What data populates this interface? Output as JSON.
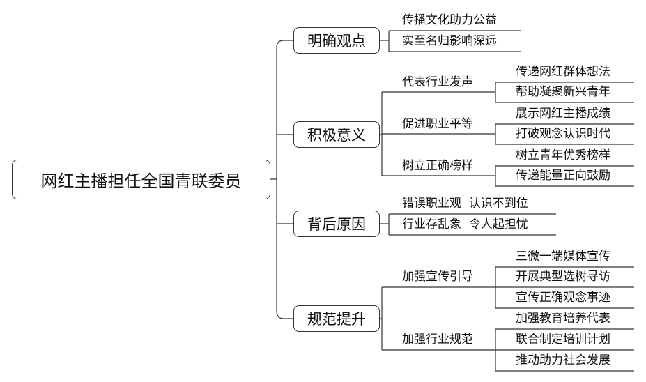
{
  "root": "网红主播担任全国青联委员",
  "branches": [
    {
      "label": "明确观点",
      "points": [
        "传播文化助力公益",
        "实至名归影响深远"
      ]
    },
    {
      "label": "积极意义",
      "groups": [
        {
          "label": "代表行业发声",
          "points": [
            "传递网红群体想法",
            "帮助凝聚新兴青年"
          ]
        },
        {
          "label": "促进职业平等",
          "points": [
            "展示网红主播成绩",
            "打破观念认识时代"
          ]
        },
        {
          "label": "树立正确榜样",
          "points": [
            "树立青年优秀榜样",
            "传递能量正向鼓励"
          ]
        }
      ]
    },
    {
      "label": "背后原因",
      "points": [
        "错误职业观  认识不到位",
        "行业存乱象  令人起担忧"
      ]
    },
    {
      "label": "规范提升",
      "groups": [
        {
          "label": "加强宣传引导",
          "points": [
            "三微一端媒体宣传",
            "开展典型选树寻访",
            "宣传正确观念事迹"
          ]
        },
        {
          "label": "加强行业规范",
          "points": [
            "加强教育培养代表",
            "联合制定培训计划",
            "推动助力社会发展"
          ]
        }
      ]
    }
  ]
}
